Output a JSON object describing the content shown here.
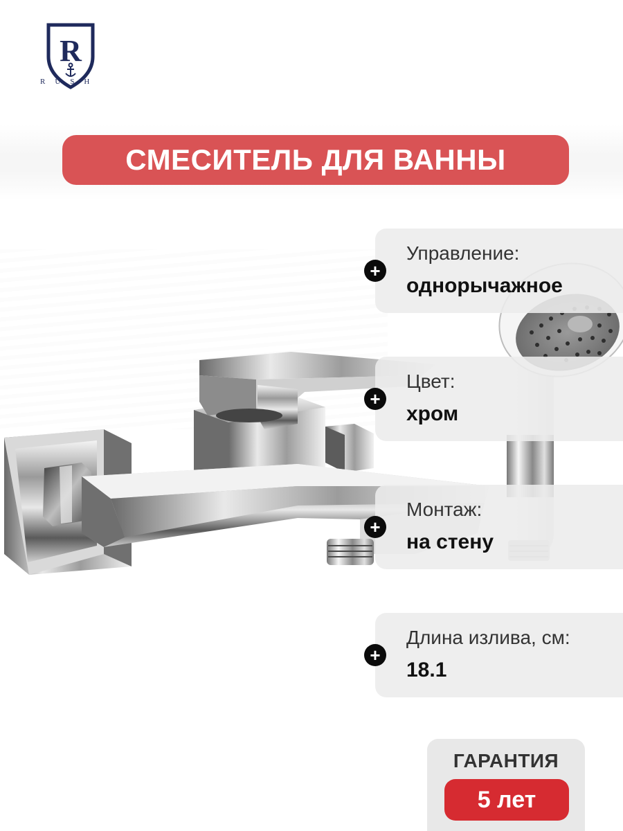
{
  "brand": {
    "logo_letter": "R",
    "logo_text": "RUSH",
    "color": "#1f2a5c"
  },
  "title": {
    "text": "СМЕСИТЕЛЬ ДЛЯ ВАННЫ",
    "background": "#d95355"
  },
  "specs": [
    {
      "label": "Управление:",
      "value": "однорычажное",
      "icon": "plus-icon"
    },
    {
      "label": "Цвет:",
      "value": "хром",
      "icon": "plus-icon"
    },
    {
      "label": "Монтаж:",
      "value": "на стену",
      "icon": "plus-icon"
    },
    {
      "label": "Длина излива, см:",
      "value": "18.1",
      "icon": "plus-icon"
    }
  ],
  "guarantee": {
    "label": "ГАРАНТИЯ",
    "value": "5 лет",
    "accent": "#d62b31"
  },
  "product": {
    "image": "bath-mixer-with-hand-shower",
    "finish": "chrome"
  }
}
